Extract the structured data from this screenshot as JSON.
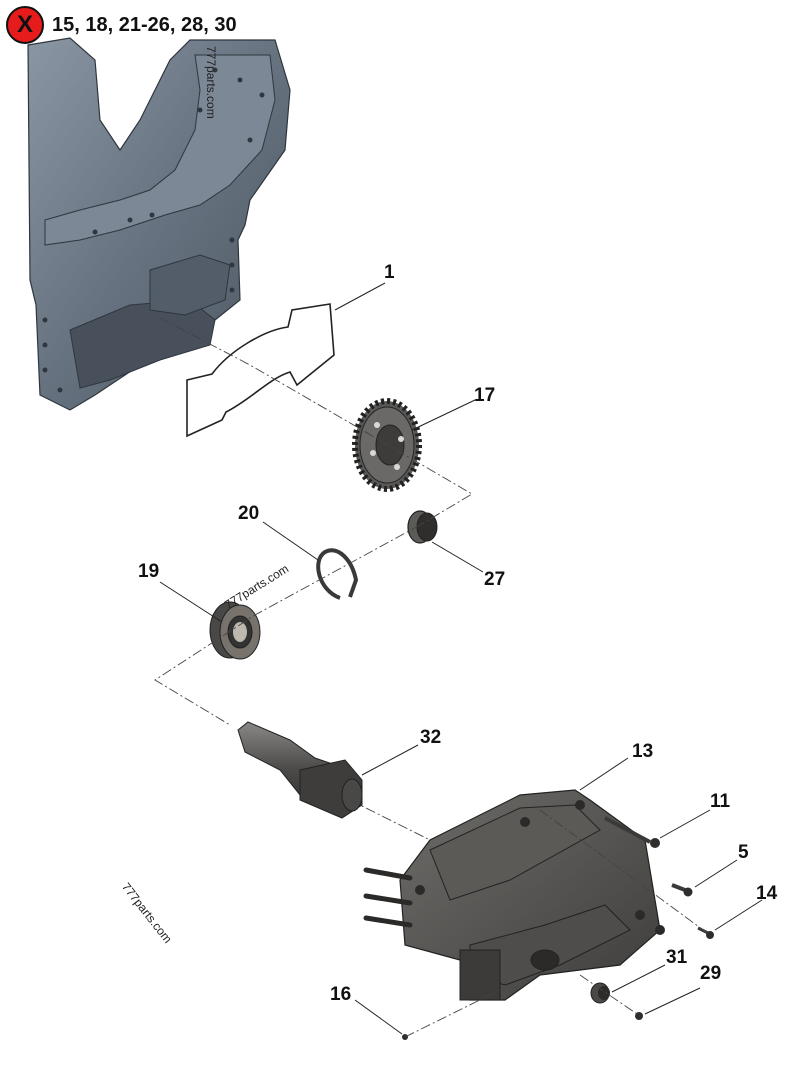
{
  "header": {
    "excluded_icon": "x-circle-icon",
    "excluded_mark": "X",
    "excluded_parts": "15, 18, 21-26, 28, 30"
  },
  "callouts": [
    "1",
    "17",
    "20",
    "27",
    "19",
    "32",
    "13",
    "11",
    "5",
    "14",
    "31",
    "29",
    "16"
  ],
  "watermark": "777parts.com",
  "colors": {
    "part_fill": "#5f6a77",
    "part_dark": "#3b4048",
    "badge_red": "#e61b1b"
  }
}
